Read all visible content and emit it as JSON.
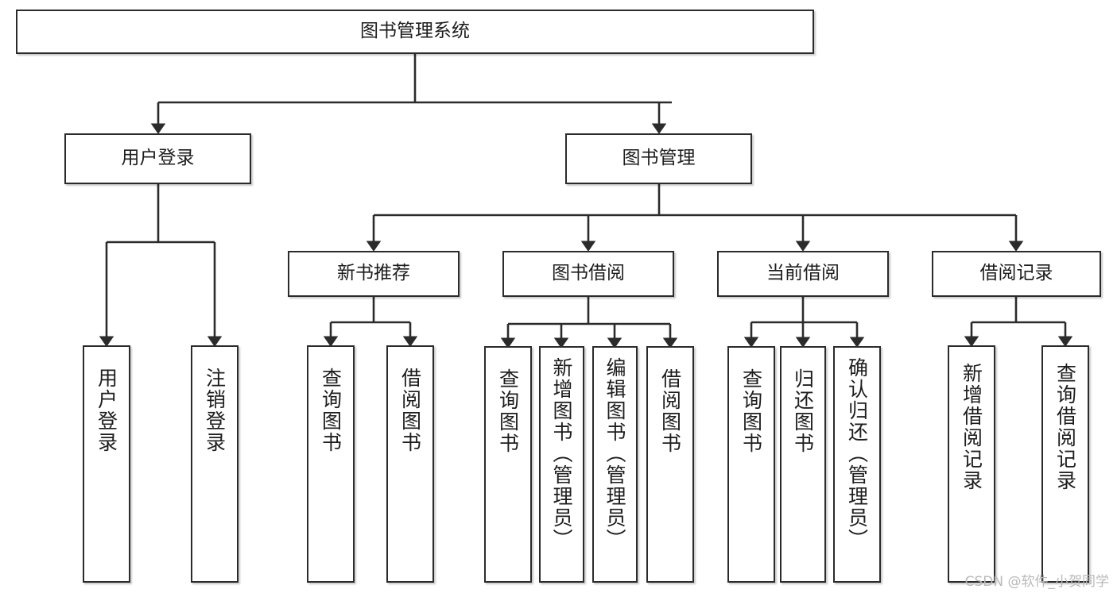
{
  "diagram": {
    "type": "tree-hierarchy-chart",
    "title": "图书管理系统",
    "edge_color": "#2b2b2b",
    "box_border_color": "#2b2b2b",
    "box_fill_color": "#ffffff",
    "text_color": "#1d1d1d",
    "watermark": "CSDN @软件_小贺同学",
    "nodes": {
      "root": {
        "label": "图书管理系统"
      },
      "level2": [
        {
          "id": "user_login",
          "label": "用户登录"
        },
        {
          "id": "book_manage",
          "label": "图书管理"
        }
      ],
      "level3": [
        {
          "id": "new_book_rec",
          "label": "新书推荐"
        },
        {
          "id": "book_borrow",
          "label": "图书借阅"
        },
        {
          "id": "current_borrow",
          "label": "当前借阅"
        },
        {
          "id": "borrow_record",
          "label": "借阅记录"
        }
      ],
      "leaves": [
        {
          "id": "leaf_user_login",
          "label": "用户登录",
          "parent": "user_login"
        },
        {
          "id": "leaf_logout",
          "label": "注销登录",
          "parent": "user_login"
        },
        {
          "id": "leaf_query_book_1",
          "label": "查询图书",
          "parent": "new_book_rec"
        },
        {
          "id": "leaf_borrow_book_1",
          "label": "借阅图书",
          "parent": "new_book_rec"
        },
        {
          "id": "leaf_query_book_2",
          "label": "查询图书",
          "parent": "book_borrow"
        },
        {
          "id": "leaf_add_book",
          "label": "新增图书（管理员）",
          "parent": "book_borrow"
        },
        {
          "id": "leaf_edit_book",
          "label": "编辑图书（管理员）",
          "parent": "book_borrow"
        },
        {
          "id": "leaf_borrow_book_2",
          "label": "借阅图书",
          "parent": "book_borrow"
        },
        {
          "id": "leaf_query_book_3",
          "label": "查询图书",
          "parent": "current_borrow"
        },
        {
          "id": "leaf_return_book",
          "label": "归还图书",
          "parent": "current_borrow"
        },
        {
          "id": "leaf_confirm_return",
          "label": "确认归还（管理员）",
          "parent": "current_borrow"
        },
        {
          "id": "leaf_add_record",
          "label": "新增借阅记录",
          "parent": "borrow_record"
        },
        {
          "id": "leaf_query_record",
          "label": "查询借阅记录",
          "parent": "borrow_record"
        }
      ]
    }
  }
}
